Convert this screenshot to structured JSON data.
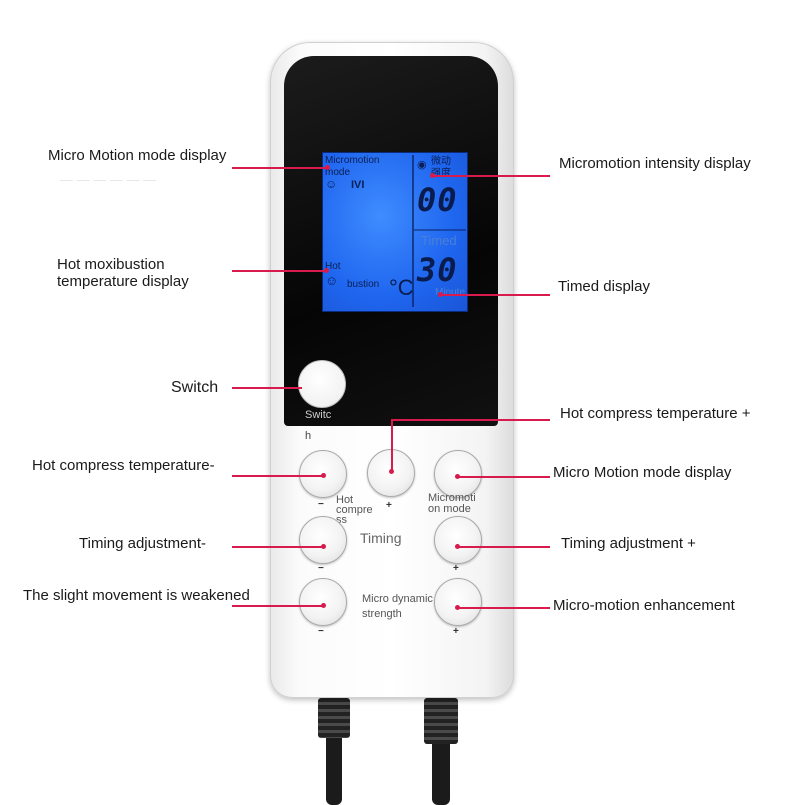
{
  "callouts": {
    "micro_motion_mode_display_left": "Micro Motion mode display",
    "hot_moxibustion_line1": "Hot moxibustion",
    "hot_moxibustion_line2": "temperature display",
    "switch": "Switch",
    "hot_compress_minus": "Hot compress temperature-",
    "timing_minus": "Timing adjustment-",
    "weakened": "The slight movement is weakened",
    "micromotion_intensity": "Micromotion intensity display",
    "timed_display": "Timed display",
    "hot_compress_plus": "Hot compress temperature +",
    "micro_motion_mode_display_right": "Micro Motion mode display",
    "timing_plus": "Timing adjustment +",
    "enhancement": "Micro-motion enhancement"
  },
  "lcd": {
    "micromotion_line1": "Micromotion",
    "micromotion_line2": "mode",
    "mode_icon": "IVI",
    "intensity_cn_1": "微动",
    "intensity_cn_2": "强度",
    "intensity_value": "00",
    "timed_label": "Timed",
    "timed_value": "30",
    "hot_line1": "Hot",
    "hot_line2": "bustion",
    "degree": "°C",
    "minute": "Minute"
  },
  "buttons": {
    "switch_line1": "Switc",
    "switch_line2": "h",
    "hot_compress_line1": "Hot",
    "hot_compress_line2": "compre",
    "hot_compress_line3": "ss",
    "micromotion_mode_line1": "Micromoti",
    "micromotion_mode_line2": "on mode",
    "timing": "Timing",
    "micro_dynamic_line1": "Micro dynamic",
    "micro_dynamic_line2": "strength",
    "minus": "−",
    "plus": "+"
  },
  "colors": {
    "accent": "#d81b4c",
    "lcd_blue": "#2a6cf0"
  }
}
